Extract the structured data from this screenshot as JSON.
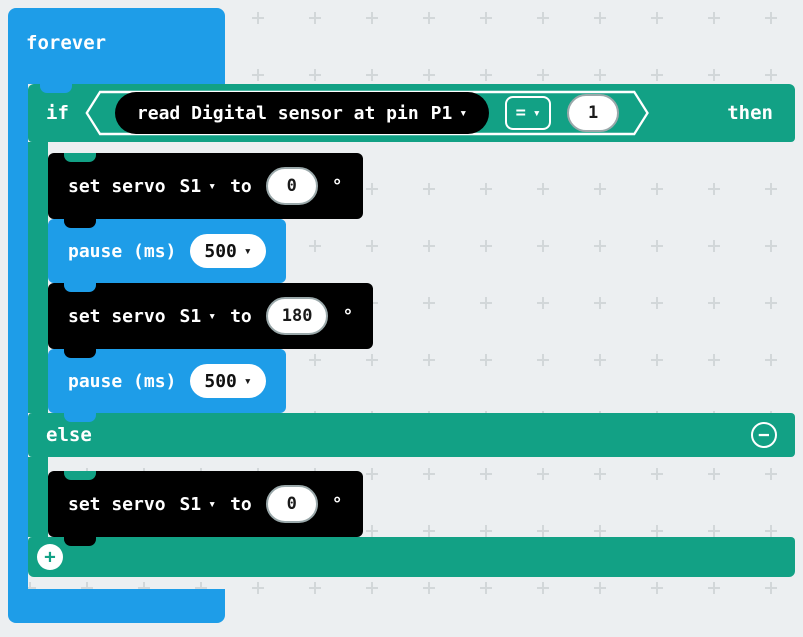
{
  "colors": {
    "canvas_bg": "#eceff1",
    "grid_plus": "#d2d7d9",
    "blue": "#1e9de8",
    "teal": "#12a185",
    "black_block": "#000000"
  },
  "icons": {
    "dropdown_arrow": "▾",
    "minus": "−",
    "plus": "+"
  },
  "forever": {
    "label": "forever"
  },
  "if_block": {
    "if_label": "if",
    "then_label": "then",
    "else_label": "else",
    "condition": {
      "sensor_label": "read Digital sensor at pin",
      "pin": "P1",
      "operator": "=",
      "value": "1"
    },
    "then_blocks": [
      {
        "type": "set_servo",
        "label": "set servo",
        "servo": "S1",
        "to_label": "to",
        "angle": "0",
        "unit": "°"
      },
      {
        "type": "pause",
        "label": "pause (ms)",
        "duration": "500"
      },
      {
        "type": "set_servo",
        "label": "set servo",
        "servo": "S1",
        "to_label": "to",
        "angle": "180",
        "unit": "°"
      },
      {
        "type": "pause",
        "label": "pause (ms)",
        "duration": "500"
      }
    ],
    "else_blocks": [
      {
        "type": "set_servo",
        "label": "set servo",
        "servo": "S1",
        "to_label": "to",
        "angle": "0",
        "unit": "°"
      }
    ]
  }
}
